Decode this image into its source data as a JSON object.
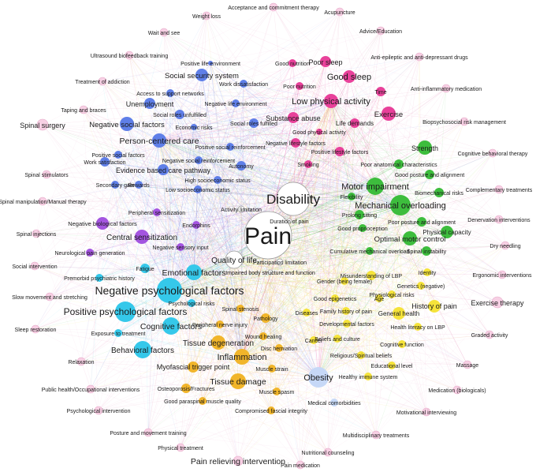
{
  "colors": {
    "social": "#5f7fe8",
    "lifestyle": "#e8419a",
    "mechanical": "#3dbd3d",
    "neuro": "#a455e0",
    "psych": "#35c8ea",
    "tissue": "#f1b52a",
    "general": "#f5e33a",
    "core": "#ffffff",
    "treatment": "#f7d0e4",
    "obesity": "#c6d8f7"
  },
  "nodes": [
    {
      "id": "pain",
      "label": "Pain",
      "group": "core"
    },
    {
      "id": "disability",
      "label": "Disability",
      "group": "core"
    },
    {
      "id": "qol",
      "label": "Quality of life",
      "group": "core"
    },
    {
      "id": "activity_limitation",
      "label": "Activity limitation",
      "group": "core"
    },
    {
      "id": "duration_pain",
      "label": "Duration of pain",
      "group": "core"
    },
    {
      "id": "participation_limitation",
      "label": "Participation limitation",
      "group": "core"
    },
    {
      "id": "impaired_body",
      "label": "Impaired body structure and function",
      "group": "core"
    },
    {
      "id": "social_security",
      "label": "Social security system",
      "group": "social"
    },
    {
      "id": "positive_life_env",
      "label": "Positive life environment",
      "group": "social"
    },
    {
      "id": "work_dissatisfaction",
      "label": "Work dissatisfaction",
      "group": "social"
    },
    {
      "id": "access_support",
      "label": "Access to support networks",
      "group": "social"
    },
    {
      "id": "unemployment",
      "label": "Unemployment",
      "group": "social"
    },
    {
      "id": "negative_life_env",
      "label": "Negative life environment",
      "group": "social"
    },
    {
      "id": "social_roles_unfulfilled",
      "label": "Social roles unfulfilled",
      "group": "social"
    },
    {
      "id": "social_roles_fulfilled",
      "label": "Social roles fulfilled",
      "group": "social"
    },
    {
      "id": "negative_social_factors",
      "label": "Negative social factors",
      "group": "social"
    },
    {
      "id": "economic_risks",
      "label": "Economic risks",
      "group": "social"
    },
    {
      "id": "person_centered",
      "label": "Person-centered care",
      "group": "social"
    },
    {
      "id": "positive_social_reinf",
      "label": "Positive social reinforcement",
      "group": "social"
    },
    {
      "id": "positive_social_factors",
      "label": "Positive social factors",
      "group": "social"
    },
    {
      "id": "work_satisfaction",
      "label": "Work satisfaction",
      "group": "social"
    },
    {
      "id": "negative_social_reinf",
      "label": "Negative social reinforcement",
      "group": "social"
    },
    {
      "id": "autonomy",
      "label": "Autonomy",
      "group": "social"
    },
    {
      "id": "evidence_based",
      "label": "Evidence based care pathway",
      "group": "social"
    },
    {
      "id": "high_ses",
      "label": "High socioeconomic status",
      "group": "social"
    },
    {
      "id": "secondary_gain",
      "label": "Secondary gain",
      "group": "social"
    },
    {
      "id": "rewards",
      "label": "Rewards",
      "group": "social"
    },
    {
      "id": "low_ses",
      "label": "Low socioeconomic status",
      "group": "social"
    },
    {
      "id": "good_nutrition",
      "label": "Good nutrition",
      "group": "lifestyle"
    },
    {
      "id": "poor_sleep",
      "label": "Poor sleep",
      "group": "lifestyle"
    },
    {
      "id": "good_sleep",
      "label": "Good sleep",
      "group": "lifestyle"
    },
    {
      "id": "poor_nutrition",
      "label": "Poor nutrition",
      "group": "lifestyle"
    },
    {
      "id": "time",
      "label": "Time",
      "group": "lifestyle"
    },
    {
      "id": "low_physical_activity",
      "label": "Low physical activity",
      "group": "lifestyle"
    },
    {
      "id": "exercise",
      "label": "Exercise",
      "group": "lifestyle"
    },
    {
      "id": "substance_abuse",
      "label": "Substance abuse",
      "group": "lifestyle"
    },
    {
      "id": "life_demands",
      "label": "Life demands",
      "group": "lifestyle"
    },
    {
      "id": "good_physical_activity",
      "label": "Good physical activity",
      "group": "lifestyle"
    },
    {
      "id": "negative_lifestyle",
      "label": "Negative lifestyle factors",
      "group": "lifestyle"
    },
    {
      "id": "positive_lifestyle",
      "label": "Positive lifestyle factors",
      "group": "lifestyle"
    },
    {
      "id": "smoking",
      "label": "Smoking",
      "group": "lifestyle"
    },
    {
      "id": "strength",
      "label": "Strength",
      "group": "mechanical"
    },
    {
      "id": "poor_anatomical",
      "label": "Poor anatomical characteristics",
      "group": "mechanical"
    },
    {
      "id": "good_posture",
      "label": "Good posture and alignment",
      "group": "mechanical"
    },
    {
      "id": "motor_impairment",
      "label": "Motor impairment",
      "group": "mechanical"
    },
    {
      "id": "biomechanical_risks",
      "label": "Biomechanical risks",
      "group": "mechanical"
    },
    {
      "id": "flexibility",
      "label": "Flexibility",
      "group": "mechanical"
    },
    {
      "id": "mechanical_overloading",
      "label": "Mechanical overloading",
      "group": "mechanical"
    },
    {
      "id": "prolong_sitting",
      "label": "Prolong sitting",
      "group": "mechanical"
    },
    {
      "id": "poor_posture",
      "label": "Poor posture and alignment",
      "group": "mechanical"
    },
    {
      "id": "good_proprioception",
      "label": "Good proprioception",
      "group": "mechanical"
    },
    {
      "id": "physical_capacity",
      "label": "Physical capacity",
      "group": "mechanical"
    },
    {
      "id": "optimal_motor",
      "label": "Optimal motor control",
      "group": "mechanical"
    },
    {
      "id": "cumulative_overload",
      "label": "Cumulative mechanical overload",
      "group": "mechanical"
    },
    {
      "id": "spinal_instability",
      "label": "Spinal instability",
      "group": "mechanical"
    },
    {
      "id": "peripheral_sensitization",
      "label": "Peripheral sensitization",
      "group": "neuro"
    },
    {
      "id": "negative_biological",
      "label": "Negative biological factors",
      "group": "neuro"
    },
    {
      "id": "endorphins",
      "label": "Endorphins",
      "group": "neuro"
    },
    {
      "id": "central_sensitization",
      "label": "Central sensitization",
      "group": "neuro"
    },
    {
      "id": "negative_sensory",
      "label": "Negative sensory input",
      "group": "neuro"
    },
    {
      "id": "neurological_pain",
      "label": "Neurological pain generation",
      "group": "neuro"
    },
    {
      "id": "fatigue",
      "label": "Fatigue",
      "group": "psych"
    },
    {
      "id": "emotional_factors",
      "label": "Emotional factors",
      "group": "psych"
    },
    {
      "id": "premorbid_psych",
      "label": "Premorbid psychiatric history",
      "group": "psych"
    },
    {
      "id": "negative_psych",
      "label": "Negative psychological factors",
      "group": "psych"
    },
    {
      "id": "psych_risks",
      "label": "Psychological risks",
      "group": "psych"
    },
    {
      "id": "positive_psych",
      "label": "Positive psychological factors",
      "group": "psych"
    },
    {
      "id": "cognitive_factors",
      "label": "Cognitive factors",
      "group": "psych"
    },
    {
      "id": "exposure_treatment",
      "label": "Exposure to treatment",
      "group": "psych"
    },
    {
      "id": "behavioral_factors",
      "label": "Behavioral factors",
      "group": "psych"
    },
    {
      "id": "spinal_stenosis",
      "label": "Spinal stenosis",
      "group": "tissue"
    },
    {
      "id": "pathology",
      "label": "Pathology",
      "group": "tissue"
    },
    {
      "id": "peripheral_nerve",
      "label": "Peripheral nerve injury",
      "group": "tissue"
    },
    {
      "id": "wound_healing",
      "label": "Wound healing",
      "group": "tissue"
    },
    {
      "id": "tissue_degeneration",
      "label": "Tissue degeneration",
      "group": "tissue"
    },
    {
      "id": "disc_herniation",
      "label": "Disc herniation",
      "group": "tissue"
    },
    {
      "id": "inflammation",
      "label": "Inflammation",
      "group": "tissue"
    },
    {
      "id": "myofascial",
      "label": "Myofascial trigger point",
      "group": "tissue"
    },
    {
      "id": "muscle_strain",
      "label": "Muscle strain",
      "group": "tissue"
    },
    {
      "id": "tissue_damage",
      "label": "Tissue damage",
      "group": "tissue"
    },
    {
      "id": "osteoporosis",
      "label": "Osteoporosis/Fractures",
      "group": "tissue"
    },
    {
      "id": "muscle_spasm",
      "label": "Muscle spasm",
      "group": "tissue"
    },
    {
      "id": "good_paraspinal",
      "label": "Good paraspinal muscle quality",
      "group": "tissue"
    },
    {
      "id": "compromised_fascial",
      "label": "Compromised fascial integrity",
      "group": "tissue"
    },
    {
      "id": "misunderstanding",
      "label": "Misunderstanding of LBP",
      "group": "general"
    },
    {
      "id": "gender",
      "label": "Gender (being female)",
      "group": "general"
    },
    {
      "id": "identity",
      "label": "Identity",
      "group": "general"
    },
    {
      "id": "genetics",
      "label": "Genetics (negative)",
      "group": "general"
    },
    {
      "id": "good_epigenetics",
      "label": "Good epigenetics",
      "group": "general"
    },
    {
      "id": "age",
      "label": "Age",
      "group": "general"
    },
    {
      "id": "physiological_risks",
      "label": "Physiological risks",
      "group": "general"
    },
    {
      "id": "history_of_pain",
      "label": "History of pain",
      "group": "general"
    },
    {
      "id": "diseases",
      "label": "Diseases",
      "group": "general"
    },
    {
      "id": "family_history",
      "label": "Family history of pain",
      "group": "general"
    },
    {
      "id": "general_health",
      "label": "General health",
      "group": "general"
    },
    {
      "id": "developmental",
      "label": "Developmental factors",
      "group": "general"
    },
    {
      "id": "health_literacy",
      "label": "Health literacy on LBP",
      "group": "general"
    },
    {
      "id": "cancer",
      "label": "Cancer",
      "group": "general"
    },
    {
      "id": "beliefs_culture",
      "label": "Beliefs and culture",
      "group": "general"
    },
    {
      "id": "cognitive_function",
      "label": "Cognitive function",
      "group": "general"
    },
    {
      "id": "religious",
      "label": "Religious/Spiritual beliefs",
      "group": "general"
    },
    {
      "id": "educational_level",
      "label": "Educational level",
      "group": "general"
    },
    {
      "id": "healthy_immune",
      "label": "Healthy immune system",
      "group": "general"
    },
    {
      "id": "obesity",
      "label": "Obesity",
      "group": "obesity"
    },
    {
      "id": "medical_comorbidities",
      "label": "Medical comorbidities",
      "group": "obesity"
    },
    {
      "id": "weight_loss",
      "label": "Weight loss",
      "group": "treatment"
    },
    {
      "id": "act",
      "label": "Acceptance and commitment therapy",
      "group": "treatment"
    },
    {
      "id": "acupuncture",
      "label": "Acupuncture",
      "group": "treatment"
    },
    {
      "id": "wait_see",
      "label": "Wait and see",
      "group": "treatment"
    },
    {
      "id": "advice_education",
      "label": "Advice/Education",
      "group": "treatment"
    },
    {
      "id": "ultrasound_biofeedback",
      "label": "Ultrasound biofeedback training",
      "group": "treatment"
    },
    {
      "id": "antiepileptic",
      "label": "Anti-epileptic and anti-depressant drugs",
      "group": "treatment"
    },
    {
      "id": "treatment_addiction",
      "label": "Treatment of addiction",
      "group": "treatment"
    },
    {
      "id": "anti_inflammatory",
      "label": "Anti-inflammatory medication",
      "group": "treatment"
    },
    {
      "id": "taping",
      "label": "Taping and braces",
      "group": "treatment"
    },
    {
      "id": "biopsychosocial_mgmt",
      "label": "Biopsychosocial risk management",
      "group": "treatment"
    },
    {
      "id": "spinal_surgery",
      "label": "Spinal surgery",
      "group": "treatment"
    },
    {
      "id": "cbt",
      "label": "Cognitive behavioral therapy",
      "group": "treatment"
    },
    {
      "id": "spinal_stimulators",
      "label": "Spinal stimulators",
      "group": "treatment"
    },
    {
      "id": "complementary",
      "label": "Complementary treatments",
      "group": "treatment"
    },
    {
      "id": "spinal_manipulation",
      "label": "Spinal manipulation/Manual therapy",
      "group": "treatment"
    },
    {
      "id": "denervation",
      "label": "Denervation interventions",
      "group": "treatment"
    },
    {
      "id": "spinal_injections",
      "label": "Spinal injections",
      "group": "treatment"
    },
    {
      "id": "dry_needling",
      "label": "Dry needling",
      "group": "treatment"
    },
    {
      "id": "social_intervention",
      "label": "Social intervention",
      "group": "treatment"
    },
    {
      "id": "ergonomic",
      "label": "Ergonomic interventions",
      "group": "treatment"
    },
    {
      "id": "slow_movement",
      "label": "Slow movement and stretching",
      "group": "treatment"
    },
    {
      "id": "exercise_therapy",
      "label": "Exercise therapy",
      "group": "treatment"
    },
    {
      "id": "sleep_restoration",
      "label": "Sleep restoration",
      "group": "treatment"
    },
    {
      "id": "graded_activity",
      "label": "Graded activity",
      "group": "treatment"
    },
    {
      "id": "relaxation",
      "label": "Relaxation",
      "group": "treatment"
    },
    {
      "id": "massage",
      "label": "Massage",
      "group": "treatment"
    },
    {
      "id": "public_health",
      "label": "Public health/Occupational interventions",
      "group": "treatment"
    },
    {
      "id": "medication_bio",
      "label": "Medication (biologicals)",
      "group": "treatment"
    },
    {
      "id": "psych_intervention",
      "label": "Psychological intervention",
      "group": "treatment"
    },
    {
      "id": "motivational",
      "label": "Motivational interviewing",
      "group": "treatment"
    },
    {
      "id": "posture_training",
      "label": "Posture and movement training",
      "group": "treatment"
    },
    {
      "id": "multidisciplinary",
      "label": "Multidisciplinary treatments",
      "group": "treatment"
    },
    {
      "id": "physical_treatment",
      "label": "Physical treatment",
      "group": "treatment"
    },
    {
      "id": "nutritional_counseling",
      "label": "Nutritional counseling",
      "group": "treatment"
    },
    {
      "id": "pain_relieving",
      "label": "Pain relieving intervention",
      "group": "treatment"
    },
    {
      "id": "pain_medication",
      "label": "Pain medication",
      "group": "treatment"
    }
  ]
}
